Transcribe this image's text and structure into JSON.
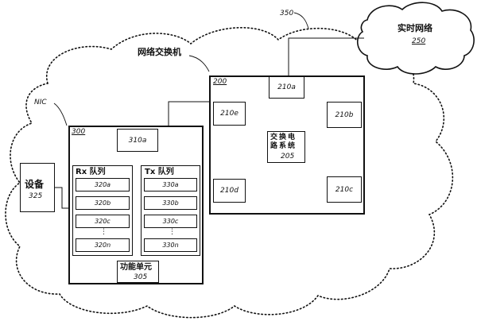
{
  "realtime_network": {
    "name": "实时网络",
    "ref": "250"
  },
  "cloud": {
    "ref": "350"
  },
  "nic": {
    "label": "NIC",
    "ref": "300",
    "port_ref": "310a"
  },
  "switch": {
    "label": "网络交换机",
    "ref": "200",
    "top_port": "210a",
    "ports": [
      "210e",
      "210d",
      "210b",
      "210c"
    ],
    "fabric_lines": [
      "交换电",
      "路系统"
    ],
    "fabric_ref": "205"
  },
  "device": {
    "name": "设备",
    "ref": "325"
  },
  "rx_queue": {
    "title": "Rx 队列",
    "slots": [
      "320a",
      "320b",
      "320c",
      "320n"
    ],
    "ellipsis": "⋮"
  },
  "tx_queue": {
    "title": "Tx 队列",
    "slots": [
      "330a",
      "330b",
      "330c",
      "330n"
    ],
    "ellipsis": "⋮"
  },
  "function_unit": {
    "name": "功能单元",
    "ref": "305"
  }
}
